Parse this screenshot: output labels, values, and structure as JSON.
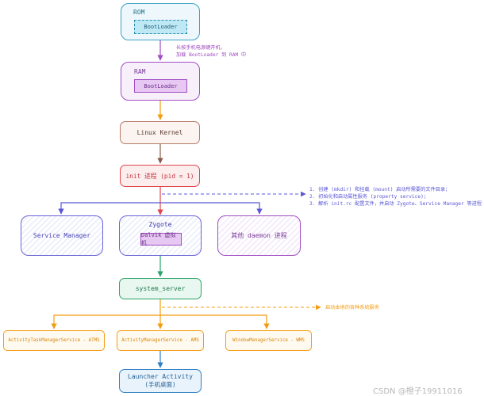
{
  "colors": {
    "rom": "#3aa3c4",
    "ram": "#a04ec2",
    "kernel": "#b87a6a",
    "init": "#e0454b",
    "level": "#5b57d6",
    "zygote": "#3f8fd1",
    "system_server": "#2aa36b",
    "services": "#f39c12",
    "launcher": "#2f7fc4"
  },
  "nodes": {
    "rom": {
      "label": "ROM",
      "inner": "BootLoader"
    },
    "ram": {
      "label": "RAM",
      "inner": "BootLoader"
    },
    "kernel": {
      "label": "Linux Kernel"
    },
    "init": {
      "label": "init 进程 (pid = 1)"
    },
    "service_manager": {
      "label": "Service Manager"
    },
    "zygote": {
      "label": "Zygote",
      "inner": "Dalvik 虚拟机"
    },
    "daemon": {
      "label": "其他 daemon 进程"
    },
    "system_server": {
      "label": "system_server"
    },
    "atms": {
      "label": "ActivityTaskManagerService - ATMS"
    },
    "ams": {
      "label": "ActivityManagerService - AMS"
    },
    "wms": {
      "label": "WindowManagerService - WMS"
    },
    "launcher": {
      "line1": "Launcher Activity",
      "line2": "(手机桌面)"
    }
  },
  "notes": {
    "boot": [
      "长按手机电源键开机，",
      "加载 BootLoader 到 RAM 中"
    ],
    "init": [
      "1. 创建 (mkdir) 和挂载 (mount) 启动所需要的文件目录；",
      "2. 初始化和启动属性服务 (property service)；",
      "3. 解析 init.rc 配置文件，并启动 Zygote、Service Manager 等进程"
    ],
    "system_server": "启动本地的各种系统服务"
  },
  "watermark": "CSDN @橙子19911016"
}
